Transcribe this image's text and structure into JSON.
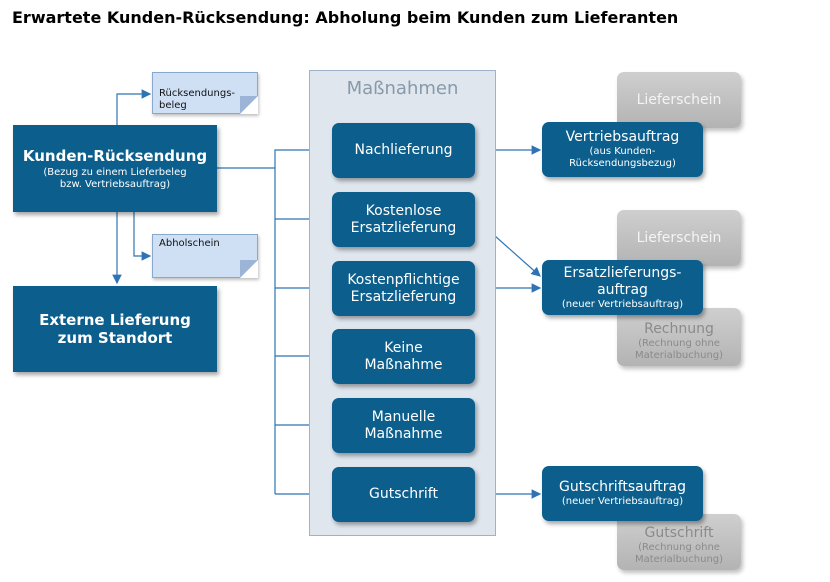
{
  "title": "Erwartete Kunden-Rücksendung: Abholung beim Kunden zum Lieferanten",
  "panel_title": "Maßnahmen",
  "documents": {
    "ruecksendungsbeleg": "Rücksendungs-\nbeleg",
    "abholschein": "Abholschein"
  },
  "left": {
    "kunden_ruecksendung": {
      "title": "Kunden-Rücksendung",
      "sub": "(Bezug zu einem Lieferbeleg bzw. Vertriebsauftrag)"
    },
    "externe_lieferung": {
      "title": "Externe Lieferung zum Standort"
    }
  },
  "measures": [
    "Nachlieferung",
    "Kostenlose Ersatzlieferung",
    "Kostenpflichtige Ersatzlieferung",
    "Keine Maßnahme",
    "Manuelle Maßnahme",
    "Gutschrift"
  ],
  "orders": {
    "vertrieb": {
      "title": "Vertriebsauftrag",
      "sub": "(aus Kunden-Rücksendungsbezug)"
    },
    "ersatz": {
      "title": "Ersatzlieferungs-auftrag",
      "sub": "(neuer Vertriebsauftrag)"
    },
    "gutschrift": {
      "title": "Gutschriftsauftrag",
      "sub": "(neuer Vertriebsauftrag)"
    }
  },
  "outputs": {
    "lieferschein_1": "Lieferschein",
    "lieferschein_2": "Lieferschein",
    "rechnung": {
      "title": "Rechnung",
      "sub": "(Rechnung ohne Materialbuchung)"
    },
    "gutschrift": {
      "title": "Gutschrift",
      "sub": "(Rechnung ohne Materialbuchung)"
    }
  },
  "colors": {
    "box_blue": "#0c5e8c",
    "connector": "#2e74b5",
    "panel": "#dfe6ee",
    "doc": "#cfe0f5",
    "gray_box": "#c0c0c0"
  }
}
